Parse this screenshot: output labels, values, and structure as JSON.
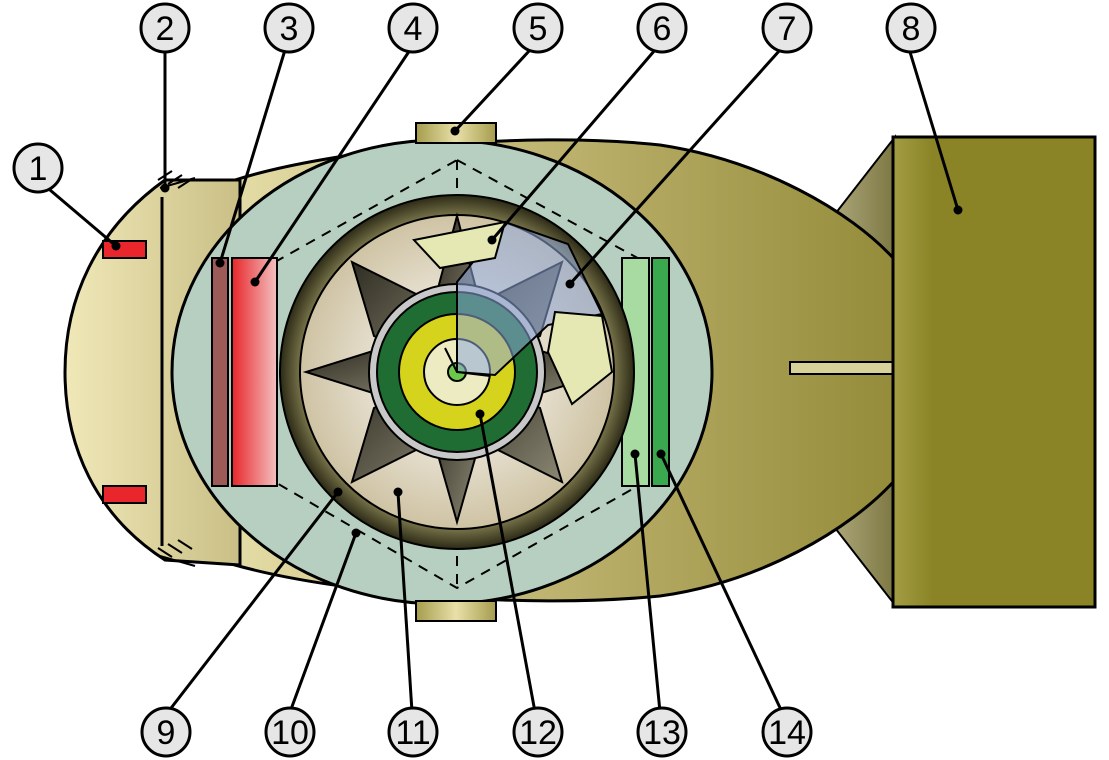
{
  "diagram": {
    "callouts": [
      {
        "id": 1,
        "label": "1"
      },
      {
        "id": 2,
        "label": "2"
      },
      {
        "id": 3,
        "label": "3"
      },
      {
        "id": 4,
        "label": "4"
      },
      {
        "id": 5,
        "label": "5"
      },
      {
        "id": 6,
        "label": "6"
      },
      {
        "id": 7,
        "label": "7"
      },
      {
        "id": 8,
        "label": "8"
      },
      {
        "id": 9,
        "label": "9"
      },
      {
        "id": 10,
        "label": "10"
      },
      {
        "id": 11,
        "label": "11"
      },
      {
        "id": 12,
        "label": "12"
      },
      {
        "id": 13,
        "label": "13"
      },
      {
        "id": 14,
        "label": "14"
      }
    ],
    "colors": {
      "casing": "#b7ac72",
      "tail": "#8a8426",
      "inner_case": "#b6cfc0",
      "red_component": "#e8262b",
      "green_component": "#3aa84f",
      "light_green": "#a7dba2",
      "core_dark_green": "#1f6d32",
      "core_yellow": "#d6d31d"
    }
  }
}
